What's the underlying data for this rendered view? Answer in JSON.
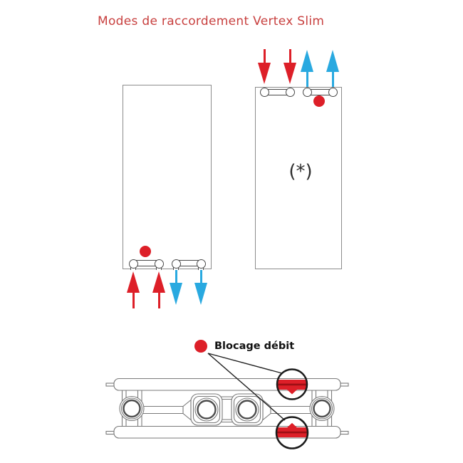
{
  "title": {
    "text": "Modes de raccordement Vertex Slim"
  },
  "legend": {
    "label": "Blocage débit",
    "marker": "red-dot"
  },
  "notes": {
    "asterisk": "(*)"
  },
  "radiators": {
    "left": {
      "connection_side": "bottom",
      "ports": 4,
      "flows": [
        {
          "port": 1,
          "direction": "in",
          "color": "red"
        },
        {
          "port": 2,
          "direction": "in",
          "color": "red"
        },
        {
          "port": 3,
          "direction": "out",
          "color": "blue"
        },
        {
          "port": 4,
          "direction": "out",
          "color": "blue"
        }
      ],
      "blockage_marker": "red-dot"
    },
    "right": {
      "connection_side": "top",
      "ports": 4,
      "flows": [
        {
          "port": 1,
          "direction": "in",
          "color": "red"
        },
        {
          "port": 2,
          "direction": "in",
          "color": "red"
        },
        {
          "port": 3,
          "direction": "out",
          "color": "blue"
        },
        {
          "port": 4,
          "direction": "out",
          "color": "blue"
        }
      ],
      "blockage_marker": "red-dot",
      "note": "(*)"
    }
  },
  "cross_section": {
    "description": "radiator-profile-section",
    "magnifiers": [
      {
        "location": "top-rail",
        "feature": "flow-blocker"
      },
      {
        "location": "bottom-rail",
        "feature": "flow-blocker"
      }
    ]
  },
  "colors": {
    "accent_red": "#DD1F28",
    "accent_blue": "#29A9E0",
    "dark_red": "#9C0F14",
    "title_red": "#C8403F",
    "outline_gray": "#8C8C8C",
    "diagram_gray": "#7A7A7A",
    "line_black": "#1C1C1C"
  }
}
